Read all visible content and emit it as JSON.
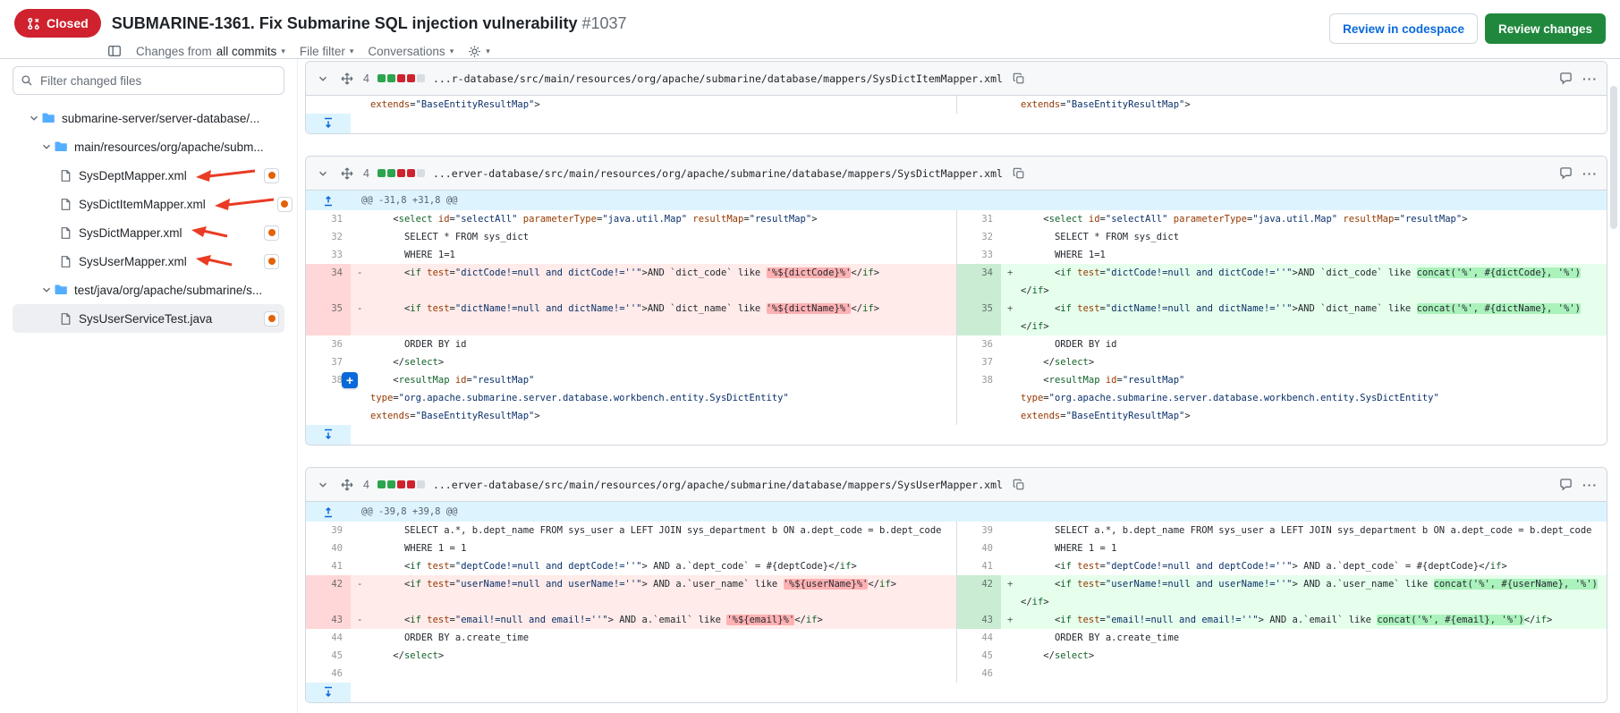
{
  "pr": {
    "status_label": "Closed",
    "title": "SUBMARINE-1361. Fix Submarine SQL injection vulnerability",
    "number": "#1037",
    "toolbar": {
      "changes_from": "Changes from",
      "commits_value": "all commits",
      "file_filter": "File filter",
      "conversations": "Conversations"
    },
    "actions": {
      "codespace": "Review in codespace",
      "review_changes": "Review changes"
    }
  },
  "sidebar": {
    "filter_placeholder": "Filter changed files",
    "tree": [
      {
        "kind": "folder",
        "label": "submarine-server/server-database/...",
        "depth": 0,
        "expanded": true
      },
      {
        "kind": "folder",
        "label": "main/resources/org/apache/subm...",
        "depth": 1,
        "expanded": true
      },
      {
        "kind": "file",
        "label": "SysDeptMapper.xml",
        "depth": 2,
        "status": "modified",
        "arrow": "long"
      },
      {
        "kind": "file",
        "label": "SysDictItemMapper.xml",
        "depth": 2,
        "status": "modified",
        "arrow": "long"
      },
      {
        "kind": "file",
        "label": "SysDictMapper.xml",
        "depth": 2,
        "status": "modified",
        "arrow": "short"
      },
      {
        "kind": "file",
        "label": "SysUserMapper.xml",
        "depth": 2,
        "status": "modified",
        "arrow": "short"
      },
      {
        "kind": "folder",
        "label": "test/java/org/apache/submarine/s...",
        "depth": 1,
        "expanded": true
      },
      {
        "kind": "file",
        "label": "SysUserServiceTest.java",
        "depth": 2,
        "status": "modified",
        "selected": true
      }
    ]
  },
  "colors": {
    "closed_badge": "#cf222e",
    "review_changes_button": "#1f883d",
    "codespace_button_text": "#0969da",
    "modified_dot": "#e36209",
    "annotation_arrow": "#ea3b24",
    "addition_line_bg": "#e6ffec",
    "deletion_line_bg": "#ffebe9",
    "addition_word_bg": "#abf2bc",
    "deletion_word_bg": "#ffb1b3",
    "hunk_bg": "#ddf4ff"
  },
  "diffs": [
    {
      "changes": "4",
      "stat": [
        "add",
        "add",
        "del",
        "del",
        "neutral"
      ],
      "path": "...r-database/src/main/resources/org/apache/submarine/database/mappers/SysDictItemMapper.xml",
      "rows": [
        {
          "type": "ctx",
          "left": {
            "ln": "",
            "text": "extends=\"BaseEntityResultMap\">"
          },
          "right": {
            "ln": "",
            "text": "extends=\"BaseEntityResultMap\">"
          }
        }
      ],
      "expander": true
    },
    {
      "changes": "4",
      "stat": [
        "add",
        "add",
        "del",
        "del",
        "neutral"
      ],
      "path": "...erver-database/src/main/resources/org/apache/submarine/database/mappers/SysDictMapper.xml",
      "hunk": "@@ -31,8 +31,8 @@",
      "rows": [
        {
          "type": "ctx",
          "left": {
            "ln": "31",
            "text": "    <select id=\"selectAll\" parameterType=\"java.util.Map\" resultMap=\"resultMap\">"
          },
          "right": {
            "ln": "31",
            "text": "    <select id=\"selectAll\" parameterType=\"java.util.Map\" resultMap=\"resultMap\">"
          }
        },
        {
          "type": "ctx",
          "left": {
            "ln": "32",
            "text": "      SELECT * FROM sys_dict"
          },
          "right": {
            "ln": "32",
            "text": "      SELECT * FROM sys_dict"
          }
        },
        {
          "type": "ctx",
          "left": {
            "ln": "33",
            "text": "      WHERE 1=1"
          },
          "right": {
            "ln": "33",
            "text": "      WHERE 1=1"
          }
        },
        {
          "type": "change",
          "left": {
            "ln": "34",
            "sign": "-",
            "text": "      <if test=\"dictCode!=null and dictCode!=''\">AND `dict_code` like '%${dictCode}%'</if>",
            "mark": "'%${dictCode}%'"
          },
          "right": {
            "ln": "34",
            "sign": "+",
            "text": "      <if test=\"dictCode!=null and dictCode!=''\">AND `dict_code` like concat('%', #{dictCode}, '%')\n</if>",
            "mark": "concat('%', #{dictCode}, '%')"
          }
        },
        {
          "type": "change",
          "left": {
            "ln": "35",
            "sign": "-",
            "text": "      <if test=\"dictName!=null and dictName!=''\">AND `dict_name` like '%${dictName}%'</if>",
            "mark": "'%${dictName}%'"
          },
          "right": {
            "ln": "35",
            "sign": "+",
            "text": "      <if test=\"dictName!=null and dictName!=''\">AND `dict_name` like concat('%', #{dictName}, '%')\n</if>",
            "mark": "concat('%', #{dictName}, '%')"
          }
        },
        {
          "type": "ctx",
          "left": {
            "ln": "36",
            "text": "      ORDER BY id"
          },
          "right": {
            "ln": "36",
            "text": "      ORDER BY id"
          }
        },
        {
          "type": "ctx",
          "left": {
            "ln": "37",
            "text": "    </select>"
          },
          "right": {
            "ln": "37",
            "text": "    </select>"
          }
        },
        {
          "type": "ctx",
          "plus": true,
          "left": {
            "ln": "38",
            "text": "    <resultMap id=\"resultMap\" type=\"org.apache.submarine.server.database.workbench.entity.SysDictEntity\" extends=\"BaseEntityResultMap\">"
          },
          "right": {
            "ln": "38",
            "text": "    <resultMap id=\"resultMap\" type=\"org.apache.submarine.server.database.workbench.entity.SysDictEntity\" extends=\"BaseEntityResultMap\">"
          }
        }
      ],
      "expander": true
    },
    {
      "changes": "4",
      "stat": [
        "add",
        "add",
        "del",
        "del",
        "neutral"
      ],
      "path": "...erver-database/src/main/resources/org/apache/submarine/database/mappers/SysUserMapper.xml",
      "hunk": "@@ -39,8 +39,8 @@",
      "rows": [
        {
          "type": "ctx",
          "left": {
            "ln": "39",
            "text": "      SELECT a.*, b.dept_name FROM sys_user a LEFT JOIN sys_department b ON a.dept_code = b.dept_code"
          },
          "right": {
            "ln": "39",
            "text": "      SELECT a.*, b.dept_name FROM sys_user a LEFT JOIN sys_department b ON a.dept_code = b.dept_code"
          }
        },
        {
          "type": "ctx",
          "left": {
            "ln": "40",
            "text": "      WHERE 1 = 1"
          },
          "right": {
            "ln": "40",
            "text": "      WHERE 1 = 1"
          }
        },
        {
          "type": "ctx",
          "left": {
            "ln": "41",
            "text": "      <if test=\"deptCode!=null and deptCode!=''\"> AND a.`dept_code` = #{deptCode}</if>"
          },
          "right": {
            "ln": "41",
            "text": "      <if test=\"deptCode!=null and deptCode!=''\"> AND a.`dept_code` = #{deptCode}</if>"
          }
        },
        {
          "type": "change",
          "left": {
            "ln": "42",
            "sign": "-",
            "text": "      <if test=\"userName!=null and userName!=''\"> AND a.`user_name` like '%${userName}%'</if>",
            "mark": "'%${userName}%'"
          },
          "right": {
            "ln": "42",
            "sign": "+",
            "text": "      <if test=\"userName!=null and userName!=''\"> AND a.`user_name` like concat('%', #{userName}, '%')\n</if>",
            "mark": "concat('%', #{userName}, '%')"
          }
        },
        {
          "type": "change",
          "left": {
            "ln": "43",
            "sign": "-",
            "text": "      <if test=\"email!=null and email!=''\"> AND a.`email` like '%${email}%'</if>",
            "mark": "'%${email}%'"
          },
          "right": {
            "ln": "43",
            "sign": "+",
            "text": "      <if test=\"email!=null and email!=''\"> AND a.`email` like concat('%', #{email}, '%')</if>",
            "mark": "concat('%', #{email}, '%')"
          }
        },
        {
          "type": "ctx",
          "left": {
            "ln": "44",
            "text": "      ORDER BY a.create_time"
          },
          "right": {
            "ln": "44",
            "text": "      ORDER BY a.create_time"
          }
        },
        {
          "type": "ctx",
          "left": {
            "ln": "45",
            "text": "    </select>"
          },
          "right": {
            "ln": "45",
            "text": "    </select>"
          }
        },
        {
          "type": "ctx",
          "left": {
            "ln": "46",
            "text": ""
          },
          "right": {
            "ln": "46",
            "text": ""
          }
        }
      ],
      "expander": true
    }
  ]
}
